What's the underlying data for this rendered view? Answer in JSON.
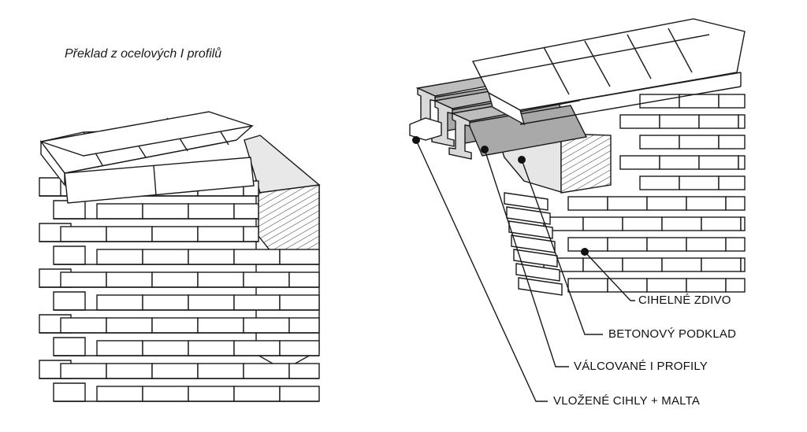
{
  "title": "Překlad z ocelových I profilů",
  "labels": {
    "brick_masonry": "CIHELNÉ ZDIVO",
    "concrete_base": "BETONOVÝ PODKLAD",
    "rolled_i_beams": "VÁLCOVANÉ I PROFILY",
    "inserted_bricks": "VLOŽENÉ CIHLY + MALTA"
  },
  "colors": {
    "line": "#1a1a1a",
    "brick_face": "#ffffff",
    "steel": "#a9a9a9",
    "steel_dark": "#8e8e8e",
    "concrete": "#e6e6e6"
  }
}
